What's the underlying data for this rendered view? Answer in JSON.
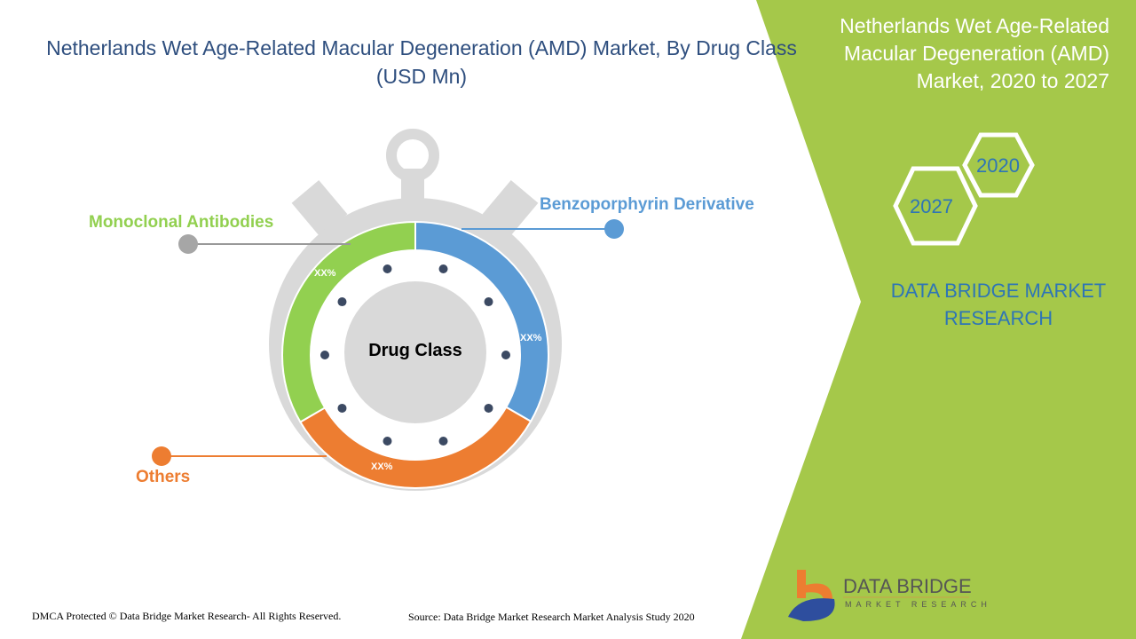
{
  "title": "Netherlands Wet Age-Related Macular Degeneration (AMD) Market, By Drug Class (USD Mn)",
  "side": {
    "title": "Netherlands Wet Age-Related Macular Degeneration (AMD) Market, 2020 to 2027",
    "year_a": "2020",
    "year_b": "2027",
    "brand": "DATA BRIDGE MARKET RESEARCH"
  },
  "footer": {
    "left": "DMCA Protected © Data Bridge Market Research- All Rights Reserved.",
    "source": "Source: Data Bridge Market Research Market Analysis Study 2020"
  },
  "logo": {
    "name": "DATA BRIDGE",
    "sub": "MARKET RESEARCH"
  },
  "colors": {
    "green": "#92d050",
    "blue": "#5b9bd5",
    "orange": "#ed7d31",
    "panel": "#a5c84a"
  },
  "chart_data": {
    "type": "pie",
    "center_label": "Drug Class",
    "categories": [
      "Benzoporphyrin Derivative",
      "Others",
      "Monoclonal Antibodies"
    ],
    "values": [
      33.3,
      33.3,
      33.4
    ],
    "data_labels": [
      "XX%",
      "XX%",
      "XX%"
    ],
    "colors": [
      "#5b9bd5",
      "#ed7d31",
      "#92d050"
    ]
  }
}
